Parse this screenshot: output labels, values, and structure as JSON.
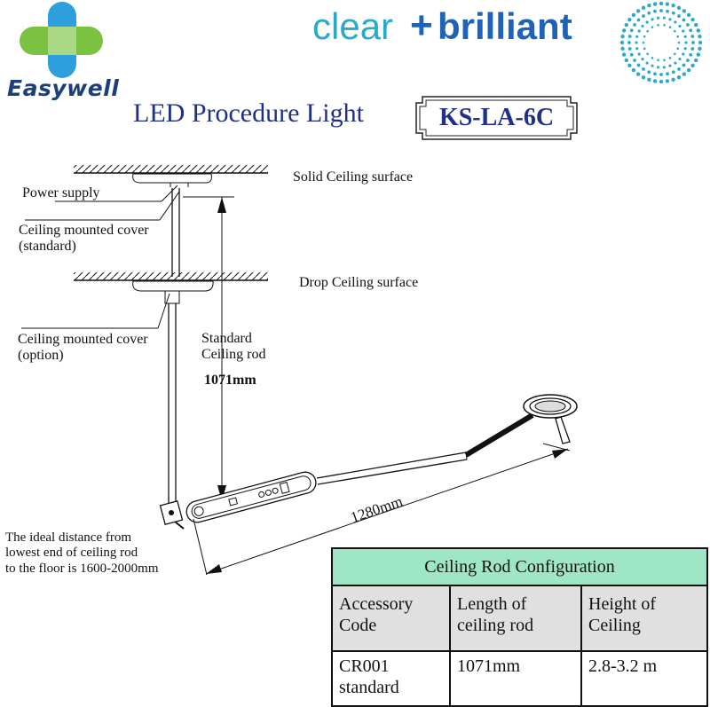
{
  "brand": {
    "name": "Easywell",
    "tagline_part1": "clear",
    "tagline_plus": "+",
    "tagline_part2": "brilliant",
    "colors": {
      "cross_blue": "#2e9fdd",
      "cross_green": "#7cc242",
      "tagline_light": "#2aa9c9",
      "tagline_dark": "#1e63b8",
      "title_blue": "#1f2f8a"
    }
  },
  "header": {
    "title": "LED Procedure Light",
    "model": "KS-LA-6C"
  },
  "diagram": {
    "solid_ceiling": "Solid Ceiling surface",
    "power_supply": "Power supply",
    "cover_standard_line1": "Ceiling mounted cover",
    "cover_standard_line2": "(standard)",
    "drop_ceiling": "Drop Ceiling surface",
    "cover_option_line1": "Ceiling mounted cover",
    "cover_option_line2": "(option)",
    "rod_label_line1": "Standard",
    "rod_label_line2": "Ceiling rod",
    "rod_length": "1071mm",
    "arm_length": "1280mm",
    "floor_note_line1": "The ideal distance from",
    "floor_note_line2": "lowest end of ceiling rod",
    "floor_note_line3": "to the floor is 1600-2000mm"
  },
  "config_table": {
    "title": "Ceiling  Rod Configuration",
    "headers": [
      [
        "Accessory",
        "Code"
      ],
      [
        "Length of",
        "ceiling rod"
      ],
      [
        "Height of",
        "Ceiling"
      ]
    ],
    "rows": [
      {
        "code_line1": "CR001",
        "code_line2": "standard",
        "length": "1071mm",
        "height": "2.8-3.2 m"
      }
    ]
  }
}
